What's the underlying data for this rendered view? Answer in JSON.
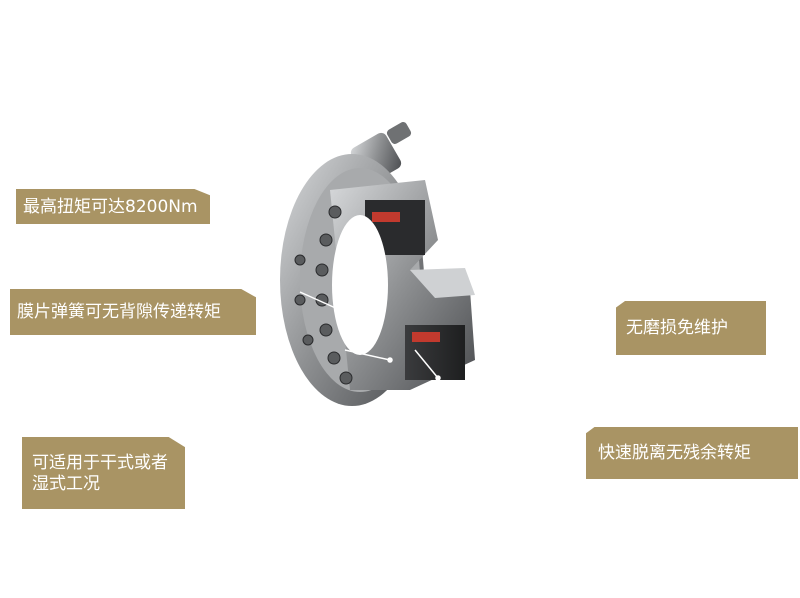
{
  "features": {
    "torque": "最高扭矩可达8200Nm",
    "spring": "膜片弹簧可无背隙传递转矩",
    "condition_line1": "可适用于干式或者",
    "condition_line2": "湿式工况",
    "maintenance": "无磨损免维护",
    "disengage": "快速脱离无残余转矩"
  },
  "colors": {
    "tag_background": "#a99464",
    "tag_text": "#ffffff",
    "metal": "#8e9092"
  },
  "product": {
    "icon": "clutch-coupling-illustration"
  }
}
